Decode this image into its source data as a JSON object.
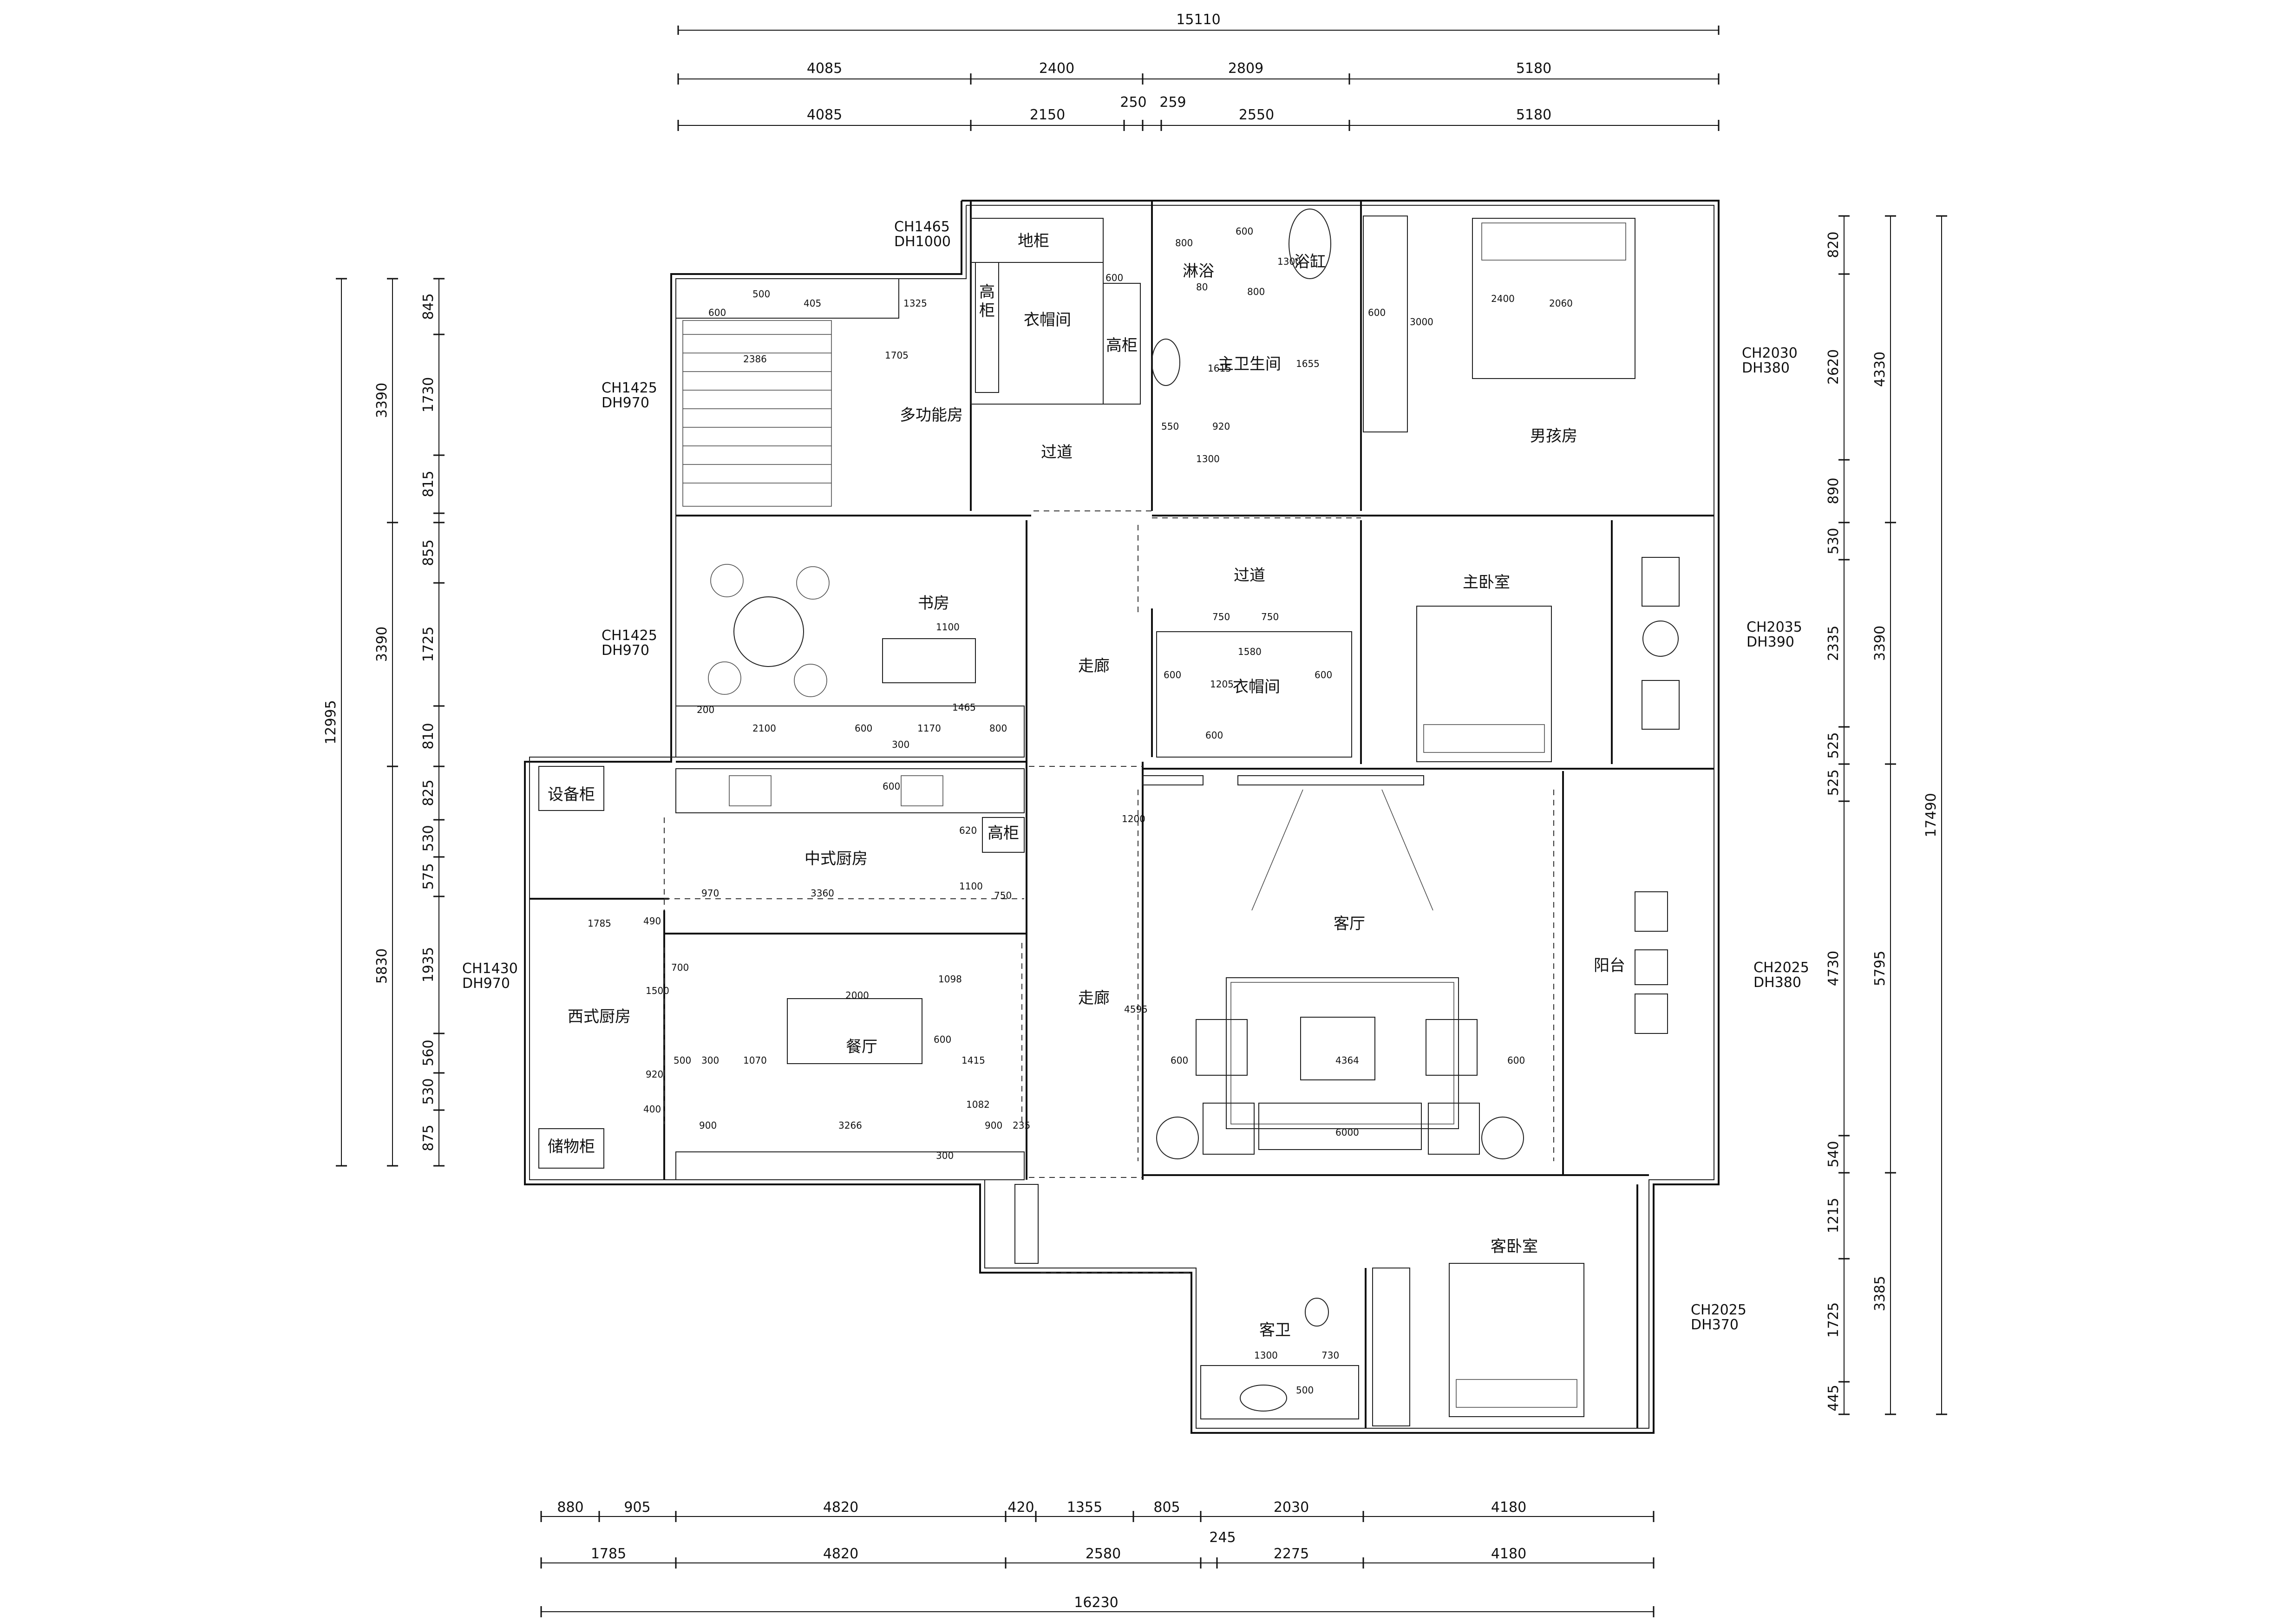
{
  "dims_top": {
    "total": [
      "15110"
    ],
    "row1": [
      "4085",
      "2400",
      "2809",
      "5180"
    ],
    "row2": [
      "4085",
      "2150",
      "250",
      "259",
      "2550",
      "5180"
    ]
  },
  "dims_bottom": {
    "row1": [
      "880",
      "905",
      "4820",
      "420",
      "1355",
      "805",
      "2030",
      "4180"
    ],
    "row2": [
      "1785",
      "4820",
      "2580",
      "245",
      "2275",
      "4180"
    ],
    "total": [
      "16230"
    ]
  },
  "dims_left": {
    "inner": [
      "845",
      "1730",
      "815",
      "855",
      "1725",
      "810",
      "825",
      "530",
      "575",
      "1935",
      "560",
      "530",
      "875"
    ],
    "middle": [
      "3390",
      "3390",
      "5830"
    ],
    "total": [
      "12995"
    ]
  },
  "dims_right": {
    "inner": [
      "820",
      "2620",
      "890",
      "530",
      "2335",
      "525",
      "525",
      "4730",
      "540",
      "1215",
      "1725",
      "445"
    ],
    "middle": [
      "4330",
      "3390",
      "5795",
      "3385"
    ],
    "total": [
      "17490"
    ]
  },
  "window_codes": [
    {
      "ch": "CH1465",
      "dh": "DH1000"
    },
    {
      "ch": "CH1425",
      "dh": "DH970"
    },
    {
      "ch": "CH1425",
      "dh": "DH970"
    },
    {
      "ch": "CH1430",
      "dh": "DH970"
    },
    {
      "ch": "CH2030",
      "dh": "DH380"
    },
    {
      "ch": "CH2035",
      "dh": "DH390"
    },
    {
      "ch": "CH2025",
      "dh": "DH380"
    },
    {
      "ch": "CH2025",
      "dh": "DH370"
    }
  ],
  "rooms": {
    "multi": "多功能房",
    "wardrobe1": "衣帽间",
    "corridor1": "过道",
    "shower": "淋浴",
    "bathtub": "浴缸",
    "master_bath": "主卫生间",
    "boy_room": "男孩房",
    "study": "书房",
    "hall1": "走廊",
    "corridor2": "过道",
    "wardrobe2": "衣帽间",
    "master_bed": "主卧室",
    "chinese_kitchen": "中式厨房",
    "living": "客厅",
    "balcony": "阳台",
    "western_kitchen": "西式厨房",
    "dining": "餐厅",
    "hall2": "走廊",
    "guest_bath": "客卫",
    "guest_bed": "客卧室"
  },
  "cabinets": {
    "floor_cab": "地柜",
    "tall1a": "高",
    "tall1b": "柜",
    "tall2": "高柜",
    "equip": "设备柜",
    "tall3": "高柜",
    "storage": "储物柜"
  },
  "inner_dims": [
    "600",
    "405",
    "1325",
    "1705",
    "2386",
    "500",
    "600",
    "800",
    "600",
    "80",
    "800",
    "1300",
    "1615",
    "1655",
    "550",
    "920",
    "1300",
    "600",
    "3000",
    "2400",
    "2060",
    "1100",
    "200",
    "2100",
    "600",
    "1170",
    "800",
    "1465",
    "300",
    "750",
    "750",
    "1580",
    "600",
    "600",
    "1205",
    "600",
    "600",
    "620",
    "970",
    "3360",
    "1100",
    "750",
    "1200",
    "1785",
    "490",
    "700",
    "1500",
    "2000",
    "1098",
    "600",
    "920",
    "500",
    "300",
    "1070",
    "1415",
    "900",
    "3266",
    "900",
    "235",
    "300",
    "1082",
    "400",
    "4595",
    "600",
    "4364",
    "600",
    "6000",
    "1300",
    "730",
    "500"
  ]
}
